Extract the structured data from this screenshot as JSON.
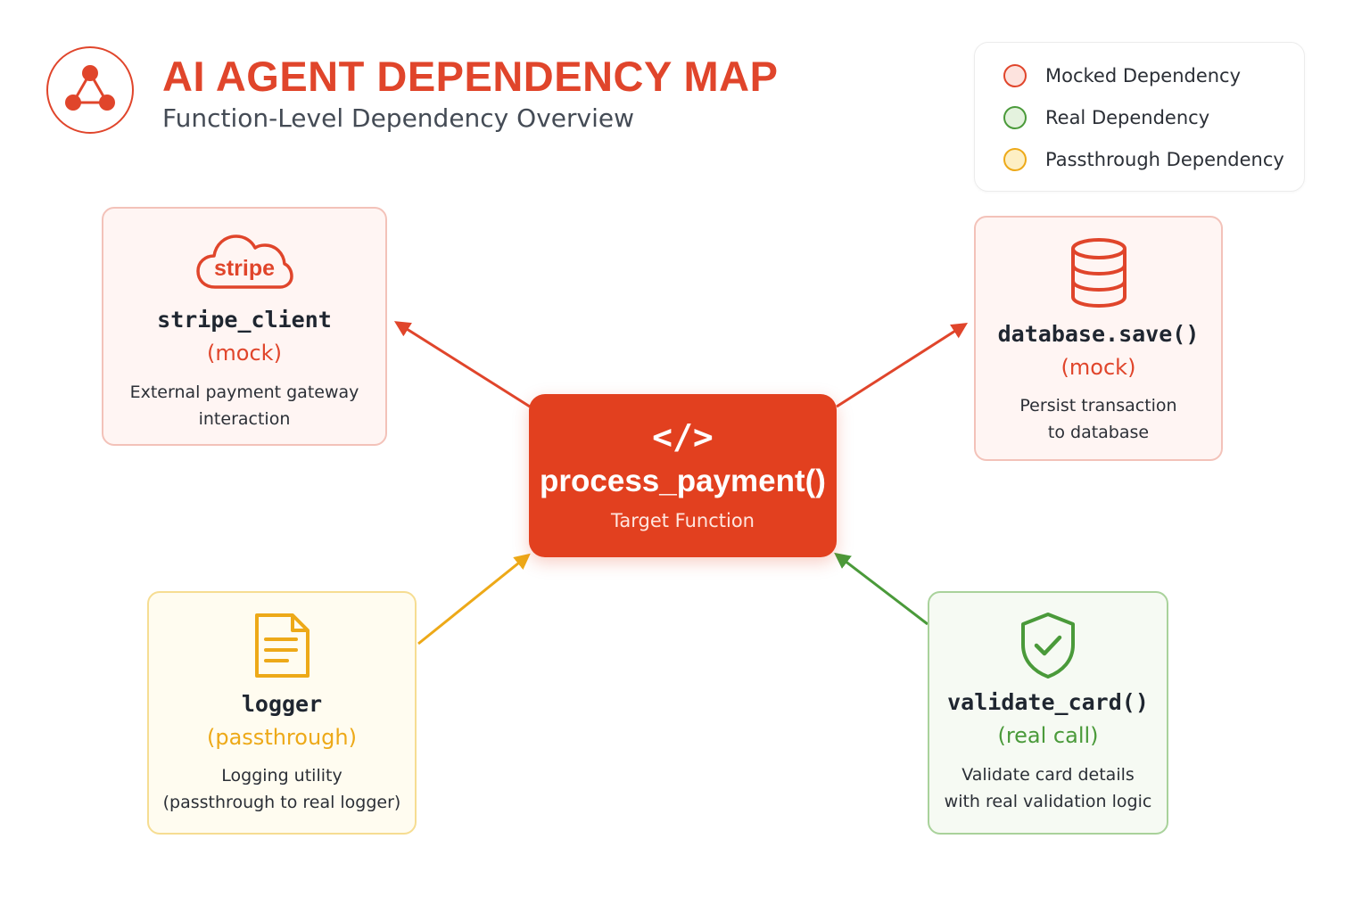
{
  "header": {
    "title": "AI AGENT DEPENDENCY MAP",
    "subtitle": "Function-Level Dependency Overview",
    "logo_icon": "network-triangle-icon"
  },
  "legend": {
    "items": [
      {
        "label": "Mocked Dependency",
        "color": "#e0452b",
        "fill": "#fde3de"
      },
      {
        "label": "Real Dependency",
        "color": "#4a9a3a",
        "fill": "#e4f2de"
      },
      {
        "label": "Passthrough Dependency",
        "color": "#eda918",
        "fill": "#fdefc4"
      }
    ]
  },
  "target": {
    "icon": "code-icon",
    "icon_glyph": "</>",
    "name": "process_payment()",
    "label": "Target Function"
  },
  "dependencies": {
    "stripe": {
      "icon": "stripe-cloud-icon",
      "icon_text": "stripe",
      "name": "stripe_client",
      "kind": "(mock)",
      "desc": [
        "External payment gateway",
        "interaction"
      ]
    },
    "database": {
      "icon": "database-icon",
      "name": "database.save()",
      "kind": "(mock)",
      "desc": [
        "Persist transaction",
        "to database"
      ]
    },
    "logger": {
      "icon": "document-icon",
      "name": "logger",
      "kind": "(passthrough)",
      "desc": [
        "Logging utility",
        "(passthrough to real logger)"
      ]
    },
    "validate": {
      "icon": "shield-check-icon",
      "name": "validate_card()",
      "kind": "(real call)",
      "desc": [
        "Validate card details",
        "with real validation logic"
      ]
    }
  },
  "colors": {
    "mock": "#e0452b",
    "real": "#4a9a3a",
    "passthrough": "#eda918",
    "target": "#e2401f"
  }
}
